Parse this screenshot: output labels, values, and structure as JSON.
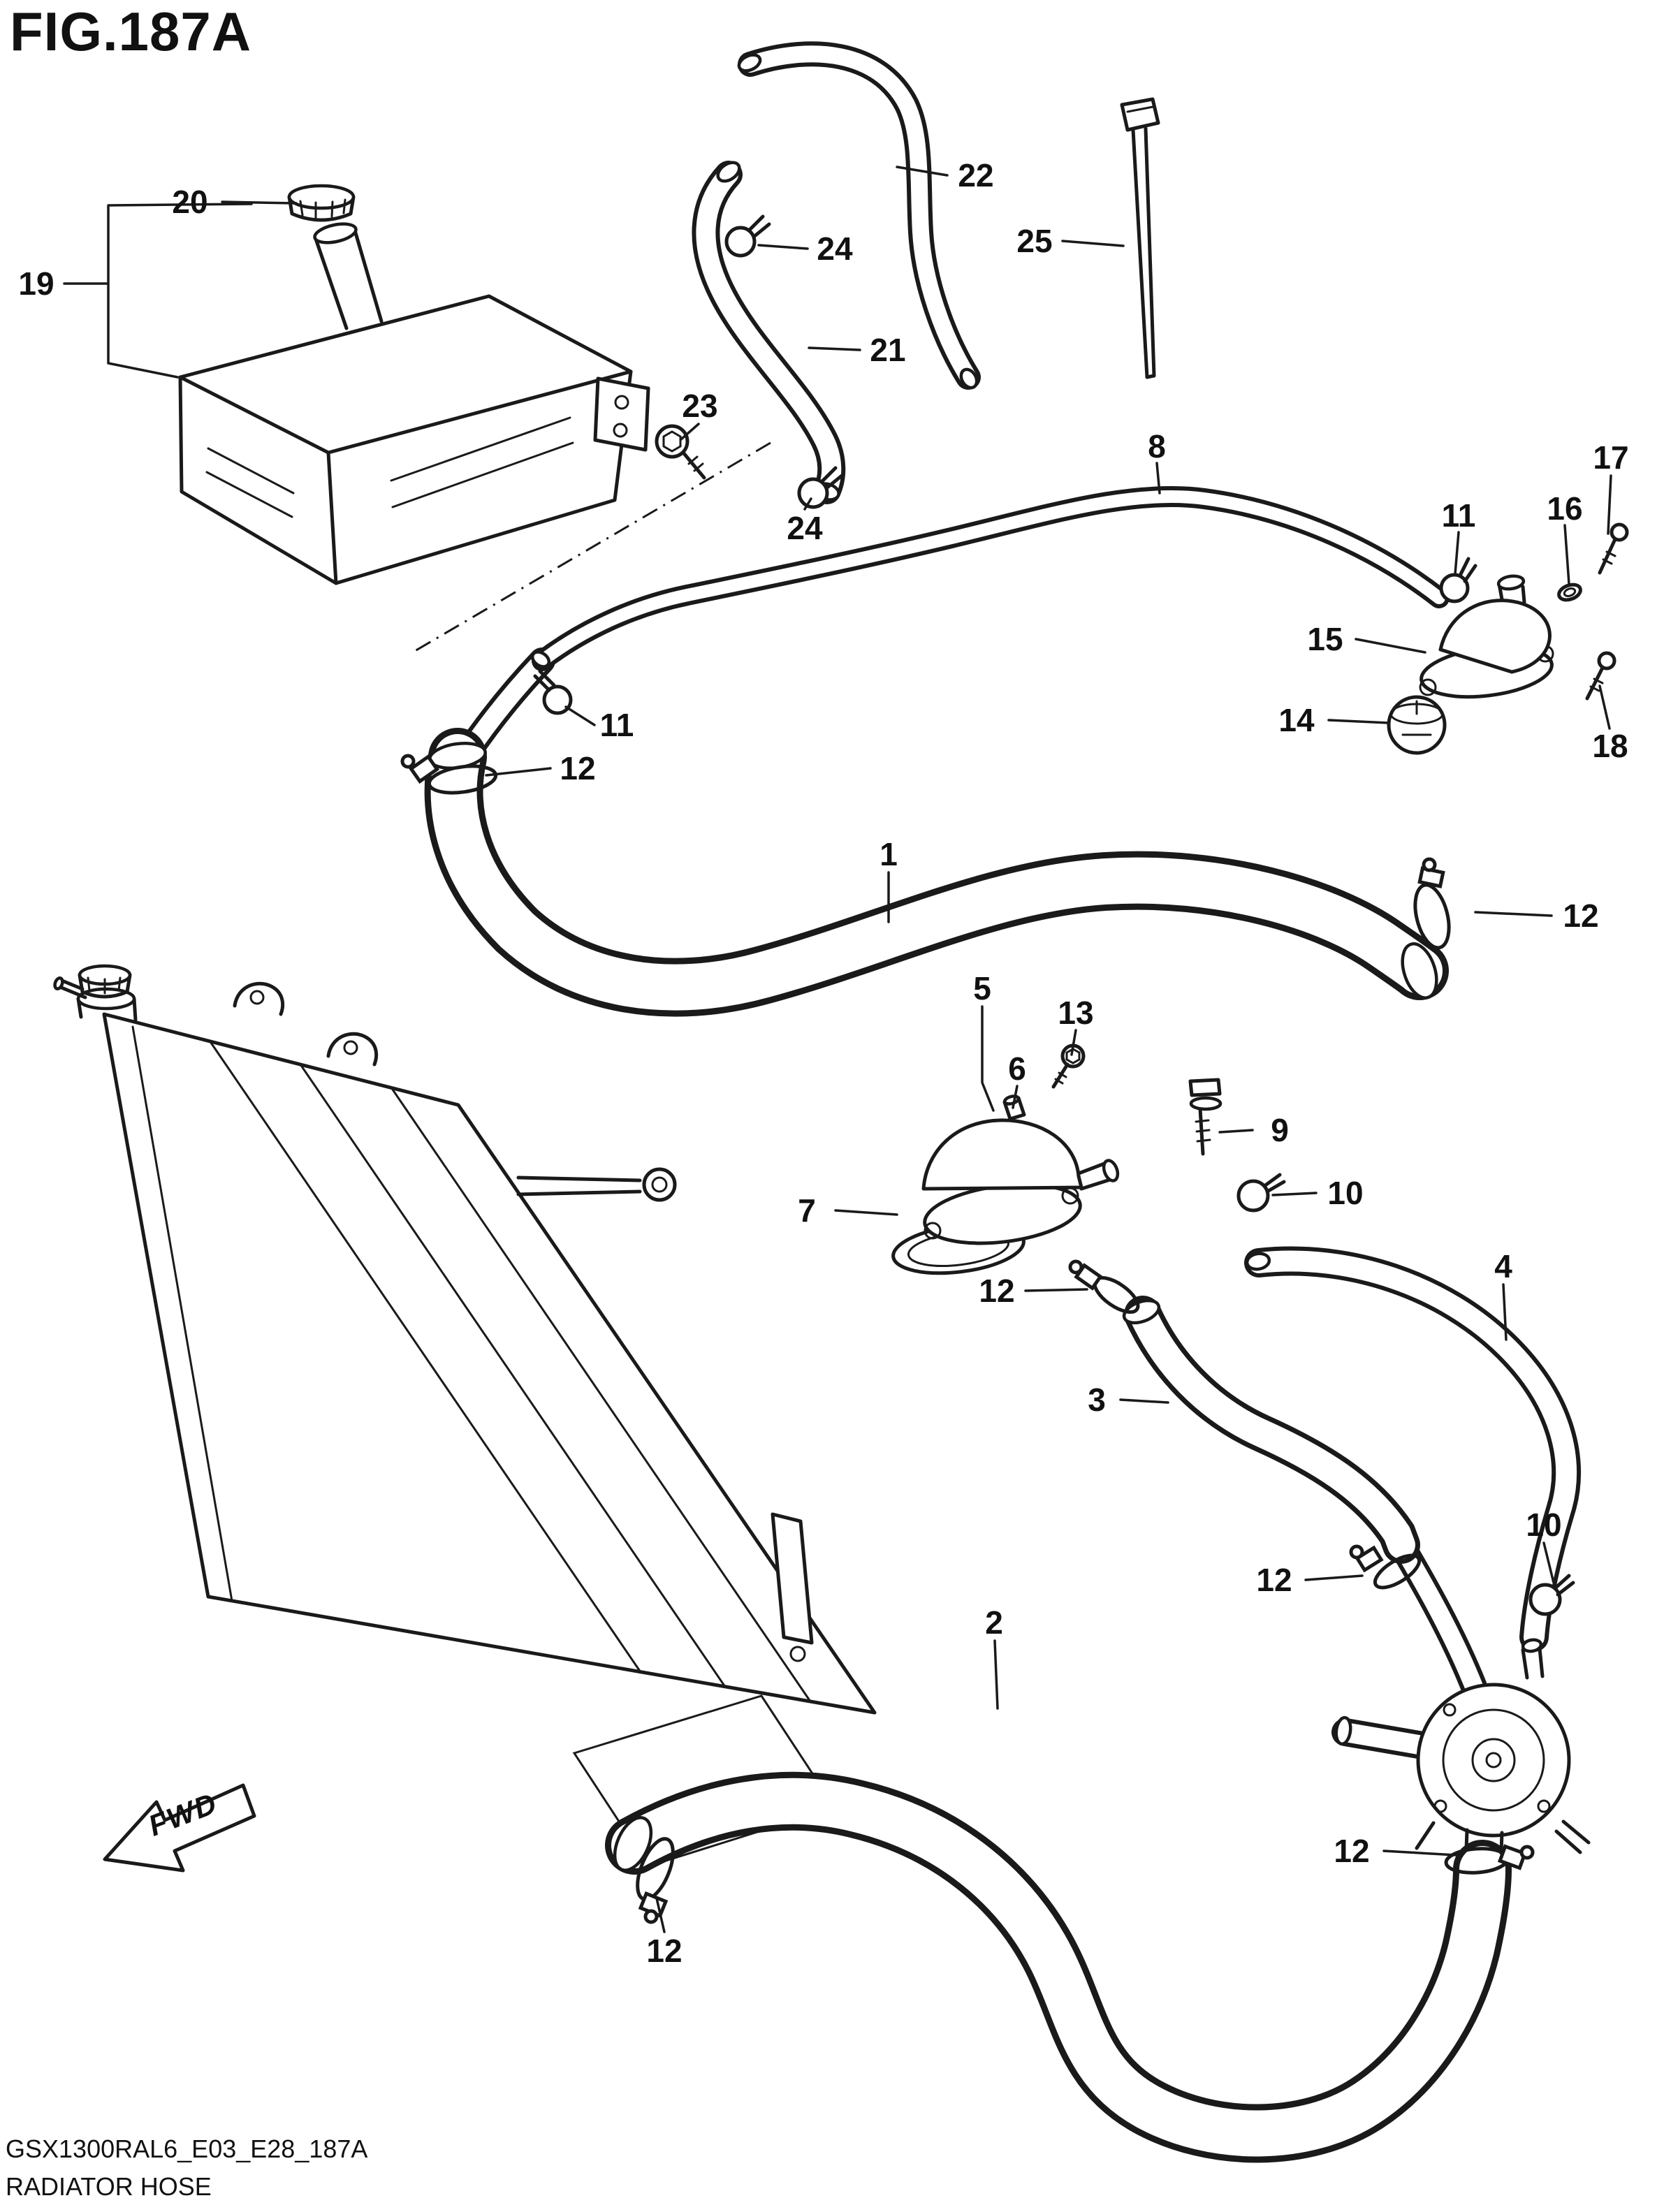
{
  "title": "FIG.187A",
  "figure": {
    "code": "GSX1300RAL6_E03_E28_187A",
    "name": "RADIATOR HOSE"
  },
  "fwd_marker": "FWD",
  "colors": {
    "ink": "#1a1a1a",
    "paper": "#ffffff"
  },
  "callouts": [
    {
      "part": "20"
    },
    {
      "part": "19"
    },
    {
      "part": "22"
    },
    {
      "part": "24"
    },
    {
      "part": "25"
    },
    {
      "part": "21"
    },
    {
      "part": "23"
    },
    {
      "part": "24"
    },
    {
      "part": "8"
    },
    {
      "part": "11"
    },
    {
      "part": "16"
    },
    {
      "part": "17"
    },
    {
      "part": "15"
    },
    {
      "part": "14"
    },
    {
      "part": "18"
    },
    {
      "part": "11"
    },
    {
      "part": "12"
    },
    {
      "part": "1"
    },
    {
      "part": "12"
    },
    {
      "part": "5"
    },
    {
      "part": "13"
    },
    {
      "part": "6"
    },
    {
      "part": "9"
    },
    {
      "part": "7"
    },
    {
      "part": "10"
    },
    {
      "part": "12"
    },
    {
      "part": "3"
    },
    {
      "part": "4"
    },
    {
      "part": "12"
    },
    {
      "part": "10"
    },
    {
      "part": "2"
    },
    {
      "part": "12"
    },
    {
      "part": "12"
    }
  ]
}
